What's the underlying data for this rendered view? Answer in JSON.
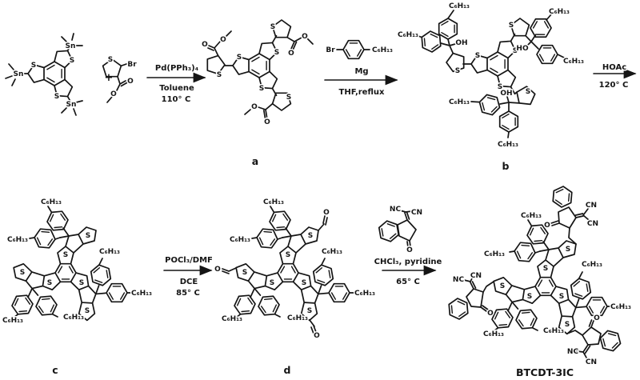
{
  "plus": "+",
  "atoms": {
    "S": "S",
    "Sn": "Sn",
    "Br": "Br",
    "O": "O",
    "OH": "OH",
    "HO": "HO",
    "NC": "NC",
    "CN": "CN",
    "hexyl": "C₆H₁₃"
  },
  "steps": [
    {
      "above": "Pd(PPh₃)₄",
      "below1": "Toluene",
      "below2": "110° C"
    },
    {
      "above": "Mg",
      "below1": "THF,reflux"
    },
    {
      "above": "HOAc",
      "below1": "120° C"
    },
    {
      "above": "POCl₃/DMF",
      "below1": "DCE",
      "below2": "85° C"
    },
    {
      "above": "CHCl₃, pyridine",
      "below1": "65° C"
    }
  ],
  "compounds": {
    "a": "a",
    "b": "b",
    "c": "c",
    "d": "d",
    "product": "BTCDT-3IC"
  }
}
